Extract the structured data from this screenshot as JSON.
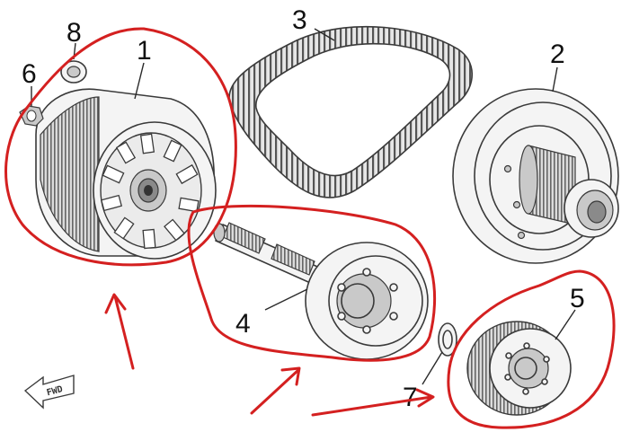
{
  "diagram": {
    "callouts": [
      {
        "id": "1",
        "label": "1"
      },
      {
        "id": "2",
        "label": "2"
      },
      {
        "id": "3",
        "label": "3"
      },
      {
        "id": "4",
        "label": "4"
      },
      {
        "id": "5",
        "label": "5"
      },
      {
        "id": "6",
        "label": "6"
      },
      {
        "id": "7",
        "label": "7"
      },
      {
        "id": "8",
        "label": "8"
      }
    ],
    "fwd_label": "FWD",
    "highlight_color": "#d42020",
    "line_color": "#3a3a3a"
  }
}
